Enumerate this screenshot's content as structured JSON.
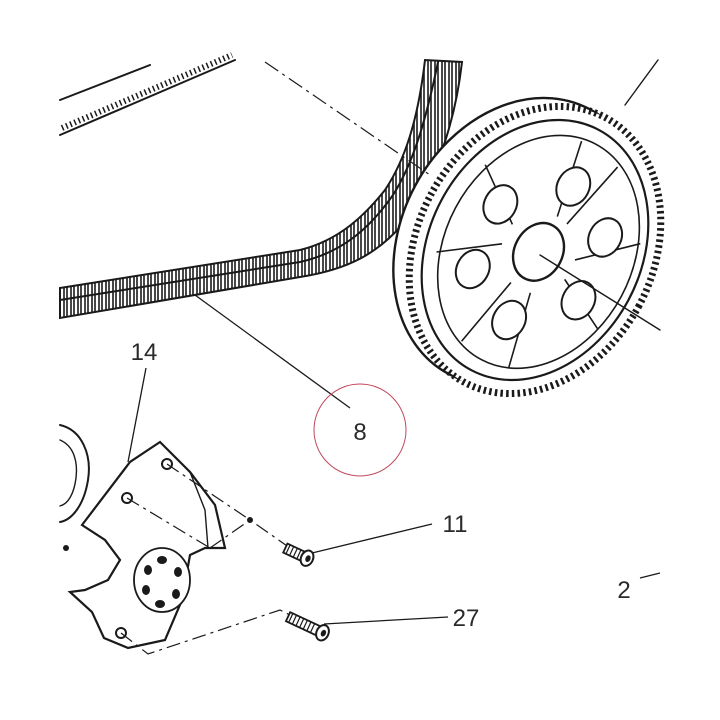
{
  "parts": {
    "belt": {
      "number": "8"
    },
    "cover": {
      "number": "14"
    },
    "screw_short": {
      "number": "11"
    },
    "screw_long": {
      "number": "27"
    },
    "pulley_ref": {
      "number": "2"
    }
  },
  "colors": {
    "ink": "#1a1a1a",
    "highlight_circle": "#c0485c",
    "label": "#2a2a2a"
  }
}
